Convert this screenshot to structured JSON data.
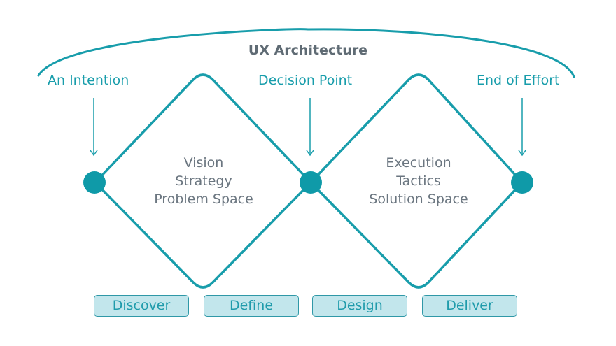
{
  "diagram": {
    "title": "UX Architecture",
    "milestones": [
      {
        "label": "An Intention"
      },
      {
        "label": "Decision Point"
      },
      {
        "label": "End of Effort"
      }
    ],
    "diamonds": [
      {
        "lines": [
          "Vision",
          "Strategy",
          "Problem Space"
        ]
      },
      {
        "lines": [
          "Execution",
          "Tactics",
          "Solution Space"
        ]
      }
    ],
    "phases": [
      "Discover",
      "Define",
      "Design",
      "Deliver"
    ],
    "colors": {
      "accent": "#189dab",
      "node_fill": "#0f9aa8",
      "phase_fill": "#c2e6ec",
      "title_text": "#5f6b74",
      "body_text": "#6b7680"
    }
  }
}
